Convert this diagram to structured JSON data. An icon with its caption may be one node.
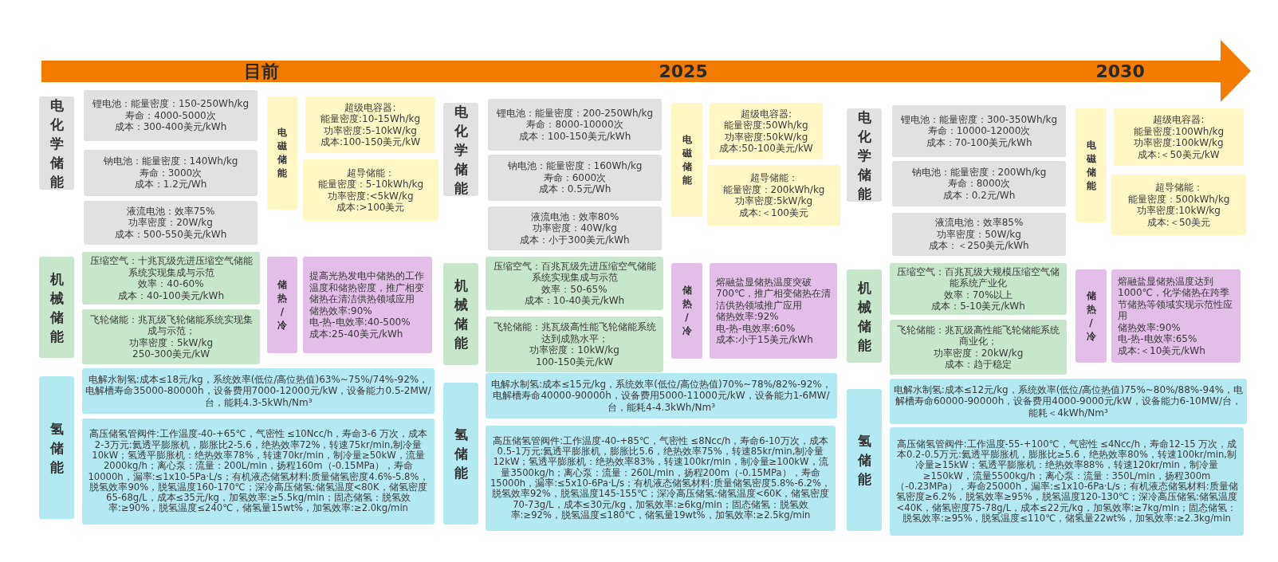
{
  "diagram": {
    "nodes": [
      {
        "text": [
          "电化学储能"
        ]
      },
      {
        "text": [
          "锂电池：能量密度：150-250Wh/kg",
          "寿命：4000-5000次",
          "成本：300-400美元/kWh"
        ]
      },
      {
        "text": [
          "钠电池：能量密度：140Wh/kg",
          "寿命：3000次",
          "成本：1.2元/Wh"
        ]
      },
      {
        "text": [
          "液流电池：效率75%",
          "功率密度：20W/kg",
          "成本：500-550美元/kWh"
        ]
      },
      {
        "text": [
          "电磁储能"
        ]
      },
      {
        "text": [
          "超级电容器:",
          "能量密度:10-15Wh/kg",
          "功率密度:5-10kW/kg",
          "成本:100-150美元/kW"
        ]
      },
      {
        "text": [
          "超导储能：",
          "能量密度：5-10kWh/kg",
          "功率密度:<5kW/kg",
          "成本:>100美元"
        ]
      },
      {
        "text": [
          "机械储能"
        ]
      },
      {
        "text": [
          "压缩空气：十兆瓦级先进压缩空气储能系统实现集成与示范",
          "效率：40-60%",
          "成本：40-100美元/kWh"
        ]
      },
      {
        "text": [
          "飞轮储能：兆瓦级飞轮储能系统实现集成与示范；",
          "功率密度：5kW/kg",
          "250-300美元/kW"
        ]
      },
      {
        "text": [
          "储热/冷"
        ]
      },
      {
        "text": [
          "提高光热发电中储热的工作温度和储热密度，推广相变储热在清洁供热领域应用",
          "储热效率:90%",
          "电-热-电效率:40-500%",
          "成本:25-40美元/kWh"
        ]
      },
      {
        "text": [
          "氢储能"
        ]
      },
      {
        "text": [
          "电解水制氢:成本≤18元/kg，系统效率(低位/高位热值)63%~75%/74%-92%，电解槽寿命35000-80000h，设备费用7000-12000元/kW，设备能力0.5-2MW/台，能耗4.3-5kWh/Nm³"
        ]
      },
      {
        "text": [
          "高压储氢管阀件:工作温度-40-+65℃，气密性 ≤10Ncc/h，寿命3-6 万次，成本2-3万元:氦透平膨胀机，膨胀比2-5.6，绝热效率72%，转速75kr/min,制冷量10kW；氢透平膨胀机：绝热效率78%，转速70kr/min，制冷量≥50kW，流量2000kg/h；离心泵：流量：200L/min，扬程160m（-0.15MPa），寿命10000h，漏率:≤1x10-5Pa·L/s；有机液态储氢材料:质量储氢密度4.6%-5.8%，脱氢效率90%，脱氢温度160-170℃；深冷高压储氢:储氢温度<80K，储氢密度65-68g/L，成本≤35元/kg，加氢效率:≥5.5kg/min；固态储氢：脱氢效率:≥90%，脱氢温度≤240℃，储氢量15wt%，加氢效率:≥2.0kg/min"
        ]
      },
      {
        "text": [
          "电化学储能"
        ]
      },
      {
        "text": [
          "锂电池：能量密度：200-250Wh/kg",
          "寿命：8000-10000次",
          "成本：100-150美元/kWh"
        ]
      },
      {
        "text": [
          "钠电池：能量密度：160Wh/kg",
          "寿命：6000次",
          "成本：0.5元/Wh"
        ]
      },
      {
        "text": [
          "液流电池：效率80%",
          "功率密度：40W/kg",
          "成本：小于300美元/kWh"
        ]
      },
      {
        "text": [
          "电磁储能"
        ]
      },
      {
        "text": [
          "超级电容器:",
          "能量密度:50Wh/kg",
          "功率密度:50kW/kg",
          "成本:50-100美元/kW"
        ]
      },
      {
        "text": [
          "超导储能：",
          "能量密度：200kWh/kg",
          "功率密度:5kW/kg",
          "成本:＜100美元"
        ]
      },
      {
        "text": [
          "机械储能"
        ]
      },
      {
        "text": [
          "压缩空气：百兆瓦级先进压缩空气储能系统实现集成与示范",
          "效率：50-65%",
          "成本：10-40美元/kWh"
        ]
      },
      {
        "text": [
          "飞轮储能：兆瓦级高性能飞轮储能系统达到成熟水平；",
          "功率密度：10kW/kg",
          "100-150美元/kW"
        ]
      },
      {
        "text": [
          "储热/冷"
        ]
      },
      {
        "text": [
          "熔融盐显储热温度突破700℃，推广相变储热在清洁供热领域推广应用",
          "储热效率:92%",
          "电-热-电效率:60%",
          "成本:小于15美元/kWh"
        ]
      },
      {
        "text": [
          "氢储能"
        ]
      },
      {
        "text": [
          "电解水制氢:成本≤15元/kg，系统效率(低位/高位热值)70%~78%/82%-92%，电解槽寿命40000-90000h，设备费用5000-11000元/kW，设备能力1-6MW/台，能耗4-4.3kWh/Nm³"
        ]
      },
      {
        "text": [
          "高压储氢管阀件:工作温度-40-+85℃，气密性 ≤8Ncc/h，寿命6-10万次，成本0.5-1万元:氦透平膨胀机，膨胀比5.6，绝热效率75%，转速85kr/min,制冷量12kW；氢透平膨胀机：绝热效率83%，转速100kr/min，制冷量≥100kW，流量3500kg/h；离心泵：流量：260L/min，扬程200m（-0.15MPa），寿命15000h，漏率:≤5x10-6Pa·L/s；有机液态储氢材料:质量储氢密度5.8%-6.2%，脱氢效率92%，脱氢温度145-155℃；深冷高压储氢:储氢温度<60K，储氢密度70-73g/L，成本≤30元/kg，加氢效率:≥6kg/min；固态储氢：脱氢效率:≥92%，脱氢温度≤180℃，储氢量19wt%，加氢效率:≥2.5kg/min"
        ]
      },
      {
        "text": [
          "电化学储能"
        ]
      },
      {
        "text": [
          "锂电池：能量密度：300-350Wh/kg",
          "寿命：10000-12000次",
          "成本：70-100美元/kWh"
        ]
      },
      {
        "text": [
          "钠电池：能量密度：200Wh/kg",
          "寿命：8000次",
          "成本：0.2元/Wh"
        ]
      },
      {
        "text": [
          "液流电池：效率85%",
          "功率密度：50W/kg",
          "成本：＜250美元/kWh"
        ]
      },
      {
        "text": [
          "电磁储能"
        ]
      },
      {
        "text": [
          "超级电容器:",
          "能量密度:100Wh/kg",
          "功率密度:100kW/kg",
          "成本:＜50美元/kW"
        ]
      },
      {
        "text": [
          "超导储能：",
          "能量密度：500kWh/kg",
          "功率密度:10kW/kg",
          "成本:＜50美元"
        ]
      },
      {
        "text": [
          "机械储能"
        ]
      },
      {
        "text": [
          "压缩空气：百兆瓦级大规模压缩空气储能系统产业化",
          "效率：70%以上",
          "成本：5-10美元/kWh"
        ]
      },
      {
        "text": [
          "飞轮储能：兆瓦级高性能飞轮储能系统商业化；",
          "功率密度：20kW/kg",
          "成本：趋于稳定"
        ]
      },
      {
        "text": [
          "储热/冷"
        ]
      },
      {
        "text": [
          "熔融盐显储热温度达到1000℃，化学储热在跨季节储热等领域实现示范性应用",
          "储热效率:90%",
          "电-热-电效率:65%",
          "成本:＜10美元/kWh"
        ]
      },
      {
        "text": [
          "氢储能"
        ]
      },
      {
        "text": [
          "电解水制氢:成本≤12元/kg，系统效率(低位/高位热值)75%~80%/88%-94%，电解槽寿命60000-90000h，设备费用4000-9000元/kW，设备能力6-10MW/台，能耗＜4kWh/Nm³"
        ]
      },
      {
        "text": [
          "高压储氢管阀件:工作温度-55-+100℃，气密性 ≤4Ncc/h，寿命12-15 万次，成本0.2-0.5万元:氦透平膨胀机，膨胀比≥5.6，绝热效率80%，转速100kr/min,制冷量≥15kW；氢透平膨胀机：绝热效率88%，转速120kr/min，制冷量≥150kW，流量5500kg/h；离心泵：流量：350L/min，扬程300m（-0.23MPa），寿命25000h，漏率:≤1x10-6Pa·L/s；有机液态储氢材料:质量储氢密度≥6.2%，脱氢效率≥95%，脱氢温度120-130℃；深冷高压储氢:储氢温度<40K，储氢密度75-78g/L，成本≤22元/kg，加氢效率:≥7kg/min；固态储氢：脱氢效率:≥95%，脱氢温度≤110℃，储氢量22wt%，加氢效率:≥2.3kg/min"
        ]
      }
    ],
    "labels": [
      "目前",
      "2025",
      "2030"
    ]
  }
}
